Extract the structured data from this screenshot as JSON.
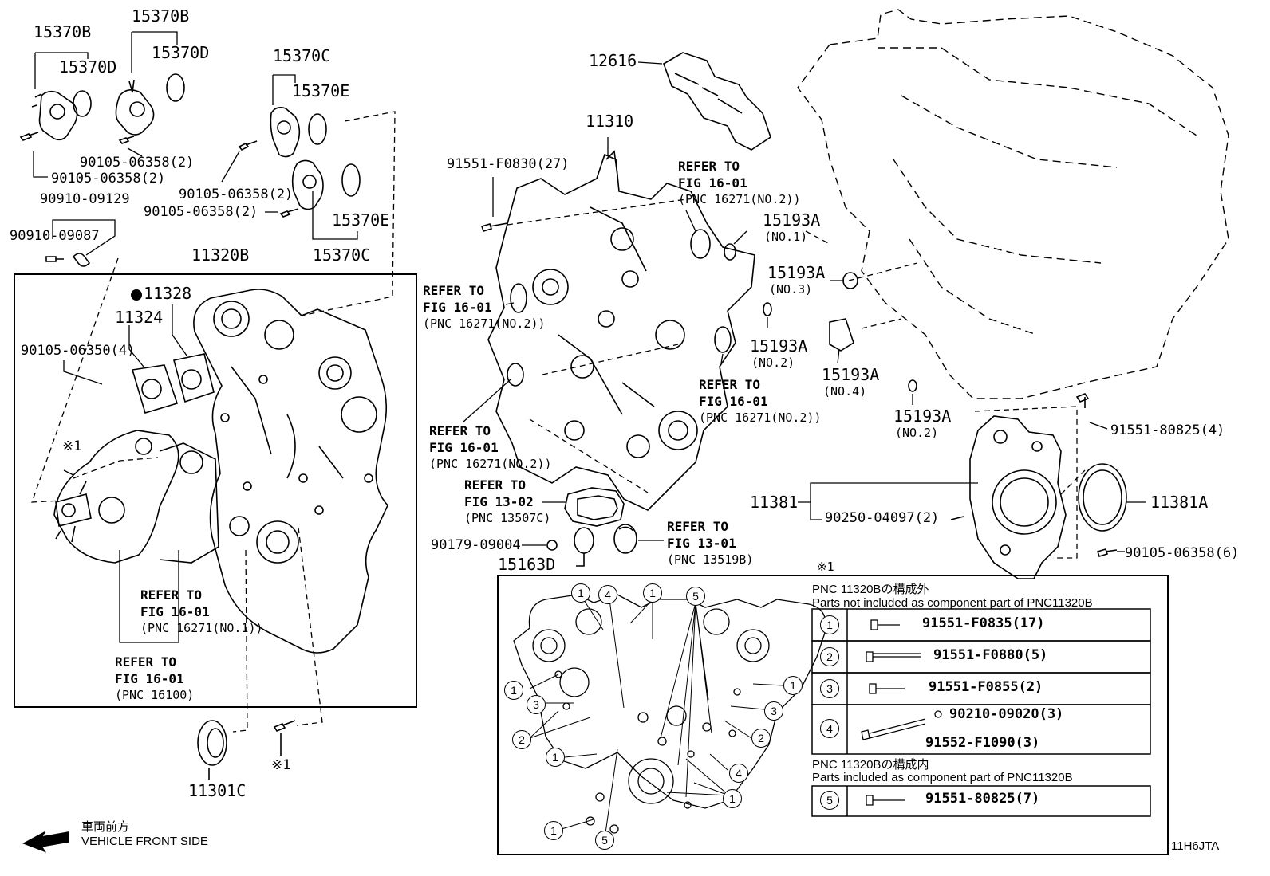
{
  "diagram_id": "11H6JTA",
  "front_label": {
    "jp": "車両前方",
    "en": "VEHICLE FRONT SIDE"
  },
  "parts": {
    "p15370B_a": "15370B",
    "p15370D_a": "15370D",
    "p15370B_b": "15370B",
    "p15370D_b": "15370D",
    "p15370C_a": "15370C",
    "p15370E_a": "15370E",
    "p15370E_b": "15370E",
    "p15370C_b": "15370C",
    "bolt1": "90105-06358(2)",
    "bolt2": "90105-06358(2)",
    "bolt3": "90105-06358(2)",
    "bolt4": "90105-06358(2)",
    "sensor1": "90910-09129",
    "sensor2": "90910-09087",
    "p11320B": "11320B",
    "p11328": "11328",
    "p11324": "11324",
    "bolt5": "90105-06350(4)",
    "mark1": "※1",
    "mark2": "※1",
    "p11301C": "11301C",
    "p12616": "12616",
    "p11310": "11310",
    "bolt6": "91551-F0830(27)",
    "p15193A_1": "15193A",
    "no1": "(NO.1)",
    "p15193A_3": "15193A",
    "no3": "(NO.3)",
    "p15193A_2a": "15193A",
    "no2a": "(NO.2)",
    "p15193A_4": "15193A",
    "no4": "(NO.4)",
    "p15193A_2b": "15193A",
    "no2b": "(NO.2)",
    "bolt7": "91551-80825(4)",
    "p11381": "11381",
    "p11381A": "11381A",
    "pin1": "90250-04097(2)",
    "bolt8": "90105-06358(6)",
    "p90179": "90179-09004",
    "p15163D": "15163D"
  },
  "refs": {
    "r1": {
      "line1": "REFER TO",
      "line2": "FIG 16-01",
      "line3": "(PNC 16271(NO.2))"
    },
    "r2": {
      "line1": "REFER TO",
      "line2": "FIG 16-01",
      "line3": "(PNC 16271(NO.2))"
    },
    "r3": {
      "line1": "REFER TO",
      "line2": "FIG 16-01",
      "line3": "(PNC 16271(NO.2))"
    },
    "r4": {
      "line1": "REFER TO",
      "line2": "FIG 16-01",
      "line3": "(PNC 16271(NO.2))"
    },
    "r5": {
      "line1": "REFER TO",
      "line2": "FIG 13-02",
      "line3": "(PNC 13507C)"
    },
    "r6": {
      "line1": "REFER TO",
      "line2": "FIG 13-01",
      "line3": "(PNC 13519B)"
    },
    "r7": {
      "line1": "REFER TO",
      "line2": "FIG 16-01",
      "line3": "(PNC 16271(NO.1))"
    },
    "r8": {
      "line1": "REFER TO",
      "line2": "FIG 16-01",
      "line3": "(PNC 16100)"
    }
  },
  "legend": {
    "mark": "※1",
    "header_jp": "PNC 11320Bの構成外",
    "header_en": "Parts not included as component part of PNC11320B",
    "header2_jp": "PNC 11320Bの構成内",
    "header2_en": "Parts included as component part of PNC11320B",
    "rows": [
      {
        "num": "1",
        "part": "91551-F0835(17)"
      },
      {
        "num": "2",
        "part": "91551-F0880(5)"
      },
      {
        "num": "3",
        "part": "91551-F0855(2)"
      },
      {
        "num": "4",
        "part": "90210-09020(3)",
        "part2": "91552-F1090(3)"
      },
      {
        "num": "5",
        "part": "91551-80825(7)"
      }
    ]
  },
  "callouts": [
    "1",
    "4",
    "1",
    "5",
    "1",
    "3",
    "2",
    "1",
    "3",
    "2",
    "1",
    "4",
    "1",
    "1",
    "5"
  ]
}
